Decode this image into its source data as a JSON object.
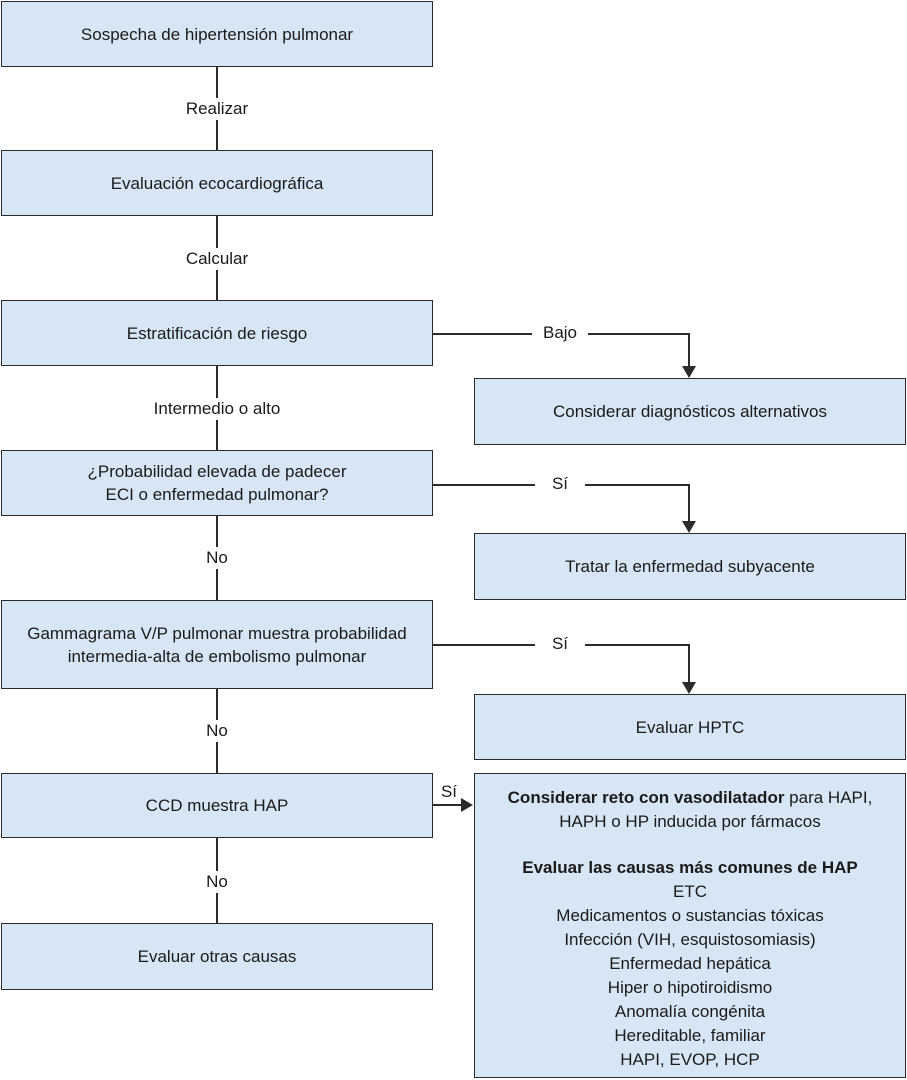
{
  "nodes": {
    "sospecha": "Sospecha de hipertensión pulmonar",
    "eco": "Evaluación ecocardiográfica",
    "riesgo": "Estratificación de riesgo",
    "alternativos": "Considerar diagnósticos alternativos",
    "probabilidad_1": "¿Probabilidad elevada de padecer",
    "probabilidad_2": "ECI o enfermedad pulmonar?",
    "tratar": "Tratar la enfermedad subyacente",
    "gamma_1": "Gammagrama V/P pulmonar muestra probabilidad",
    "gamma_2": "intermedia-alta de embolismo pulmonar",
    "hptc": "Evaluar HPTC",
    "ccd": "CCD muestra HAP",
    "otras": "Evaluar otras causas",
    "reto_bold": "Considerar reto con vasodilatador",
    "reto_rest": " para HAPI,",
    "reto_line2": "HAPH o HP inducida por fármacos",
    "causas_title": "Evaluar las causas más comunes de HAP",
    "causas": [
      "ETC",
      "Medicamentos o sustancias tóxicas",
      "Infección (VIH, esquistosomiasis)",
      "Enfermedad hepática",
      "Hiper o hipotiroidismo",
      "Anomalía congénita",
      "Hereditable, familiar",
      "HAPI, EVOP, HCP"
    ]
  },
  "edges": {
    "realizar": "Realizar",
    "calcular": "Calcular",
    "bajo": "Bajo",
    "intermedio": "Intermedio o alto",
    "si_1": "Sí",
    "no_1": "No",
    "si_2": "Sí",
    "no_2": "No",
    "si_3": "Sí",
    "no_3": "No"
  }
}
